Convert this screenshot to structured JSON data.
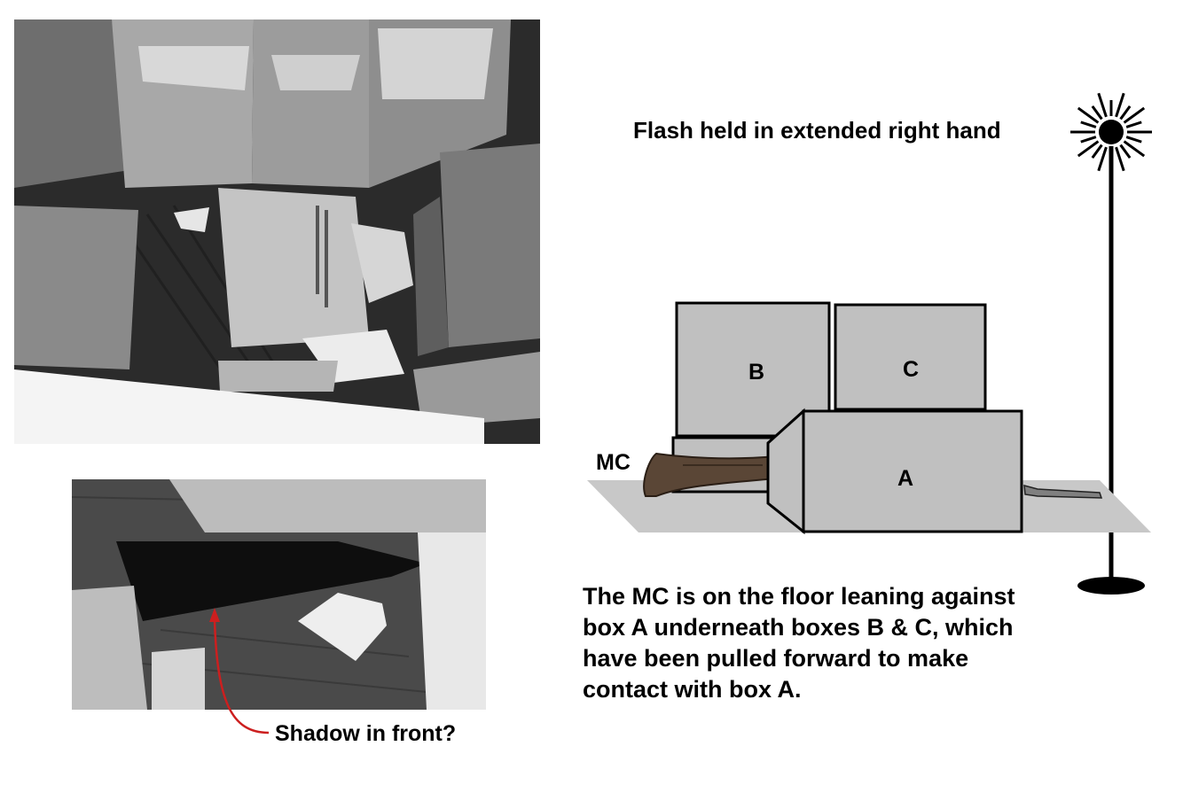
{
  "labels": {
    "flash": "Flash held in extended right hand",
    "mc": "MC",
    "shadow": "Shadow in front?"
  },
  "boxes": {
    "a": "A",
    "b": "B",
    "c": "C"
  },
  "caption": {
    "lines": [
      "The MC is on the floor leaning against",
      "box A underneath boxes B & C, which",
      "have been pulled forward to make",
      "contact with box A."
    ]
  },
  "colors": {
    "floor": "#c8c8c8",
    "box": "#c0c0c0",
    "arrow": "#cc1f1f",
    "outline": "#000000"
  },
  "icons": [
    "flash-icon",
    "rifle-icon",
    "arrow-icon"
  ]
}
